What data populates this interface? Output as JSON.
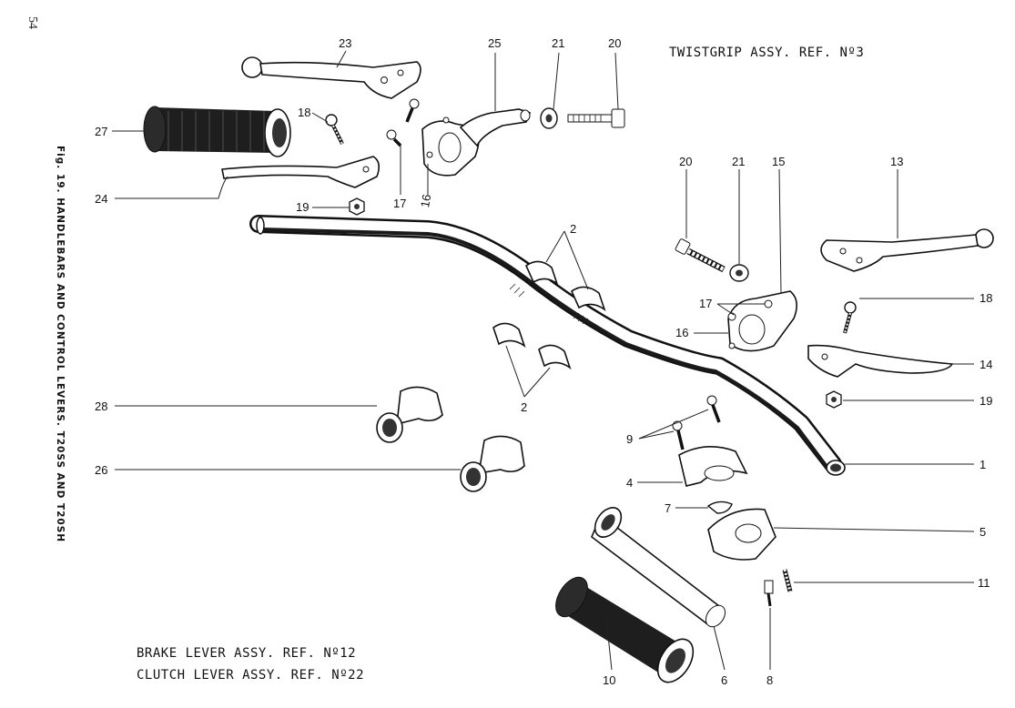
{
  "page_number": "54",
  "figure_caption": "Fig. 19. HANDLEBARS AND CONTROL LEVERS. T20SS AND T20SH",
  "assembly_notes": {
    "twistgrip": "TWISTGRIP ASSY. REF. Nº3",
    "brake": "BRAKE LEVER ASSY. REF. Nº12",
    "clutch": "CLUTCH LEVER ASSY. REF. Nº22"
  },
  "callouts": {
    "p1": "1",
    "p2a": "2",
    "p2b": "2",
    "p4": "4",
    "p5": "5",
    "p6": "6",
    "p7": "7",
    "p8": "8",
    "p9": "9",
    "p10": "10",
    "p11": "11",
    "p13": "13",
    "p14": "14",
    "p15": "15",
    "p16a": "16",
    "p16b": "16",
    "p17a": "17",
    "p17b": "17",
    "p18a": "18",
    "p18b": "18",
    "p19a": "19",
    "p19b": "19",
    "p20a": "20",
    "p20b": "20",
    "p21a": "21",
    "p21b": "21",
    "p23": "23",
    "p24": "24",
    "p25": "25",
    "p26": "26",
    "p27": "27",
    "p28": "28"
  }
}
